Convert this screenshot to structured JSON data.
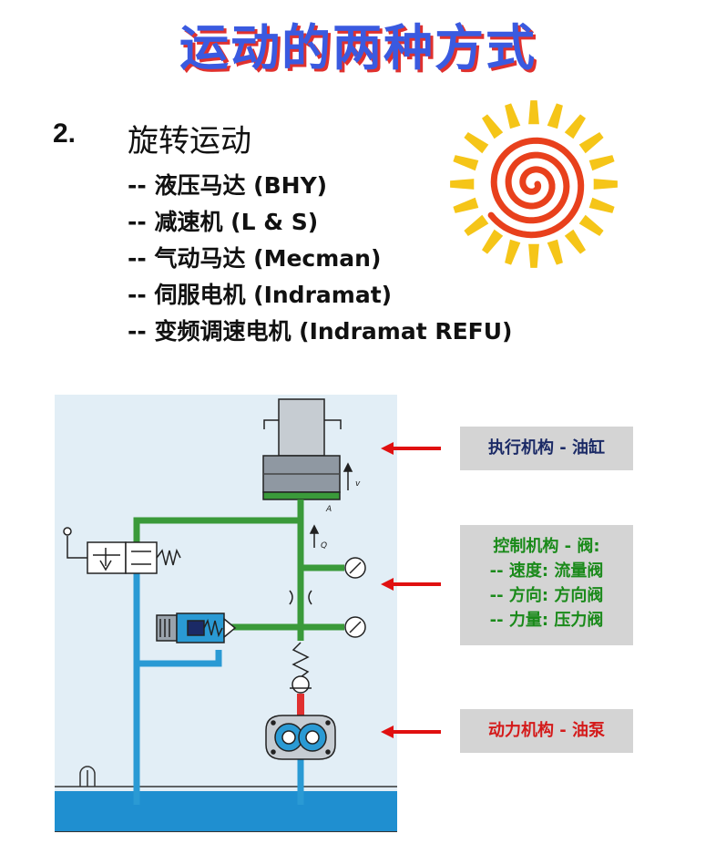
{
  "title": "运动的两种方式",
  "section": {
    "number": "2.",
    "heading": "旋转运动",
    "items": [
      "-- 液压马达 (BHY)",
      "-- 减速机 (L & S)",
      "-- 气动马达 (Mecman)",
      "-- 伺服电机 (Indramat)",
      "-- 变频调速电机 (Indramat REFU)"
    ]
  },
  "diagram": {
    "labels": {
      "v": "v",
      "q": "Q",
      "a": "A"
    }
  },
  "callouts": {
    "actuator": "执行机构 - 油缸",
    "control": {
      "line1": "控制机构 - 阀:",
      "line2": "-- 速度: 流量阀",
      "line3": "-- 方向: 方向阀",
      "line4": "-- 力量:  压力阀"
    },
    "power": "动力机构 - 油泵"
  },
  "colors": {
    "title": "#3a5ae0",
    "title_shadow": "#e0312e",
    "green_line": "#3a9a3a",
    "blue_line": "#2a9ad4",
    "red_line": "#e03030",
    "arrow": "#e01010",
    "sun_yellow": "#f5c518",
    "sun_red": "#e8401c"
  }
}
